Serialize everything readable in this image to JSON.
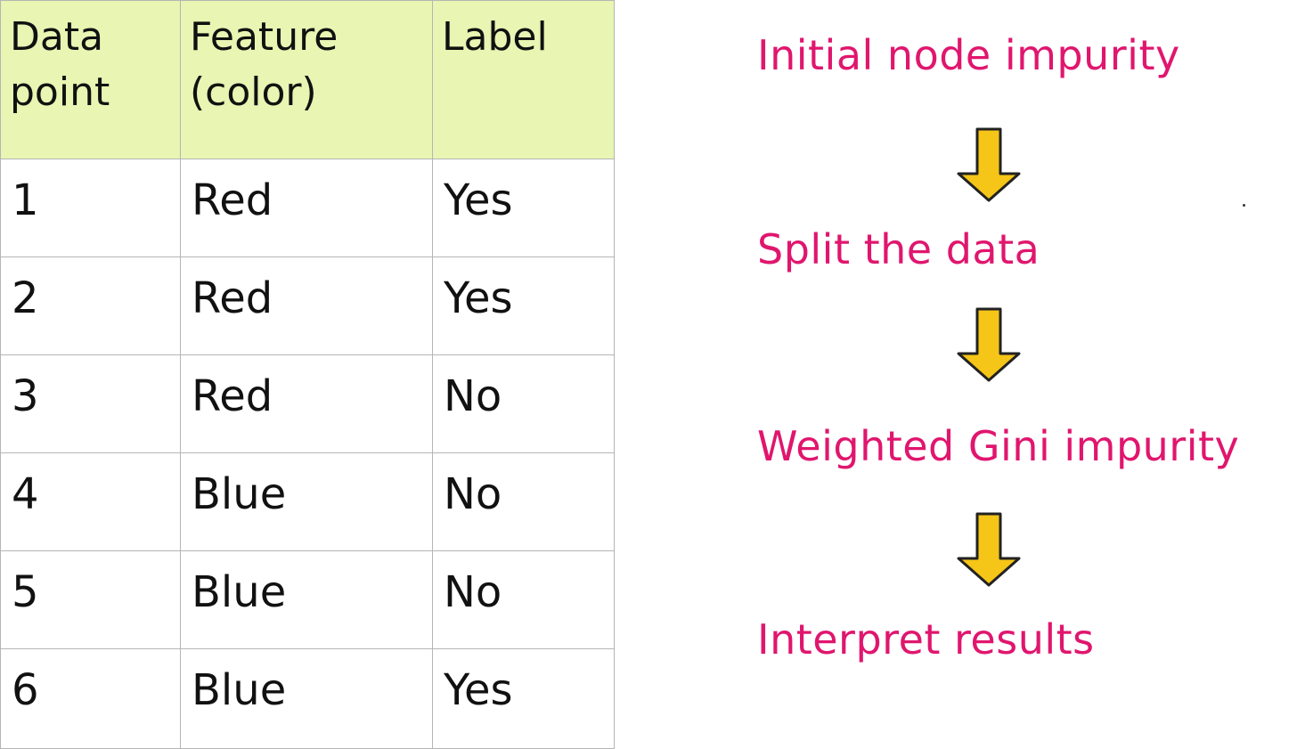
{
  "table": {
    "header": {
      "row_background": "#e8f5b3",
      "columns": [
        "Data\npoint",
        "Feature\n(color)",
        "Label"
      ]
    },
    "rows": [
      [
        "1",
        "Red",
        "Yes"
      ],
      [
        "2",
        "Red",
        "Yes"
      ],
      [
        "3",
        "Red",
        "No"
      ],
      [
        "4",
        "Blue",
        "No"
      ],
      [
        "5",
        "Blue",
        "No"
      ],
      [
        "6",
        "Blue",
        "Yes"
      ]
    ]
  },
  "flow": {
    "text_color": "#e0166e",
    "arrow_color": "#f5c518",
    "arrow_icon": "down-arrow-icon",
    "steps": [
      "Initial node impurity",
      "Split the data",
      "Weighted Gini impurity",
      "Interpret results"
    ]
  }
}
